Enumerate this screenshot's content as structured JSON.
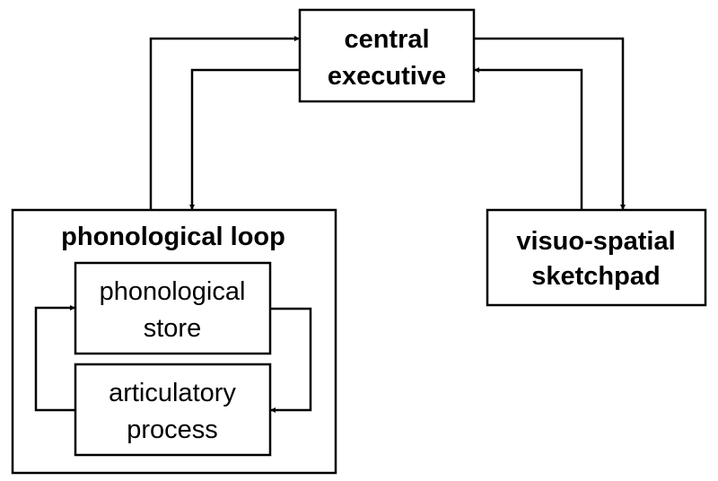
{
  "nodes": {
    "central_executive": {
      "line1": "central",
      "line2": "executive"
    },
    "phonological_loop": {
      "title": "phonological loop"
    },
    "phonological_store": {
      "line1": "phonological",
      "line2": "store"
    },
    "articulatory_process": {
      "line1": "articulatory",
      "line2": "process"
    },
    "visuo_spatial_sketchpad": {
      "line1": "visuo-spatial",
      "line2": "sketchpad"
    }
  },
  "colors": {
    "stroke": "#000000",
    "fill": "#ffffff"
  }
}
